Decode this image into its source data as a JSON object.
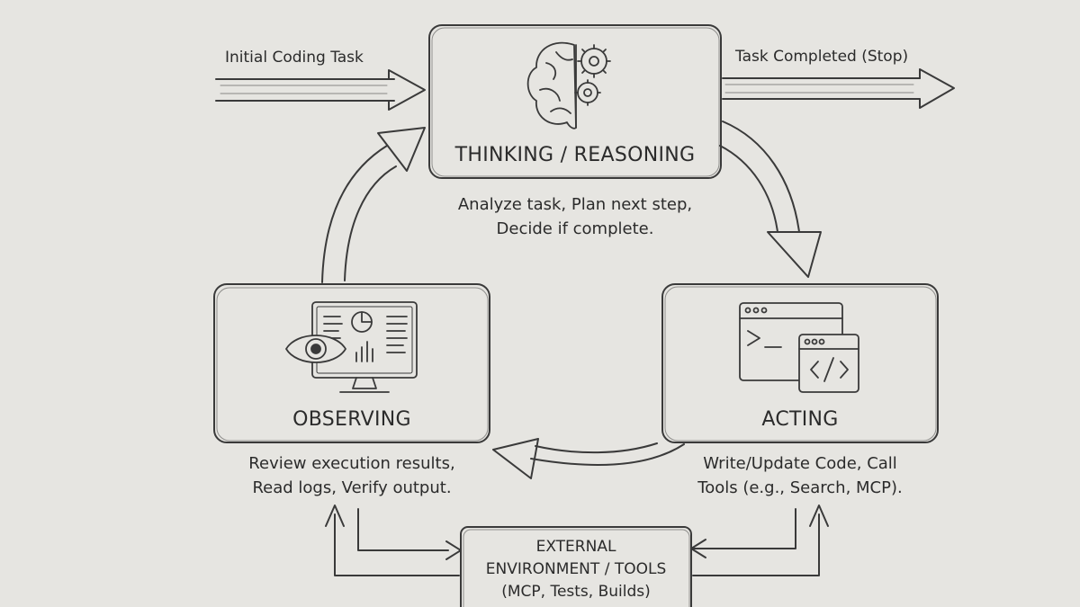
{
  "input_label": "Initial Coding Task",
  "output_label": "Task Completed (Stop)",
  "thinking": {
    "title": "THINKING / REASONING",
    "desc_lines": [
      "Analyze task, Plan next step,",
      "Decide if complete."
    ],
    "icon": "brain-gears-icon"
  },
  "acting": {
    "title": "ACTING",
    "desc_lines": [
      "Write/Update Code, Call",
      "Tools (e.g., Search, MCP)."
    ],
    "icon": "terminal-code-windows-icon"
  },
  "observing": {
    "title": "OBSERVING",
    "desc_lines": [
      "Review execution results,",
      "Read logs, Verify output."
    ],
    "icon": "eye-monitor-dashboard-icon"
  },
  "environment": {
    "lines": [
      "EXTERNAL",
      "ENVIRONMENT / TOOLS",
      "(MCP, Tests, Builds)"
    ]
  },
  "colors": {
    "paper": "#e6e5e1",
    "pencil": "#3a3a3a"
  }
}
